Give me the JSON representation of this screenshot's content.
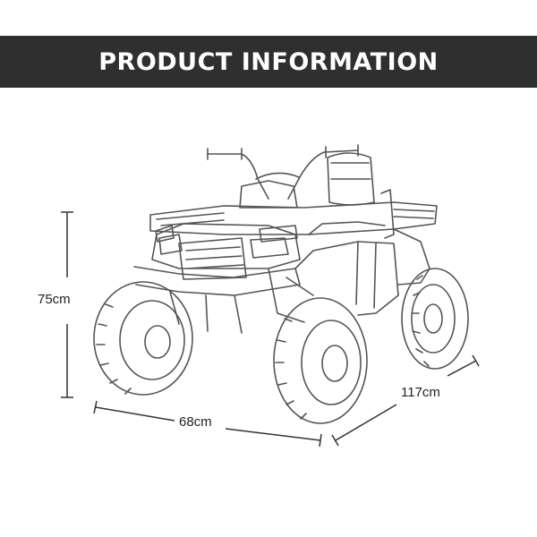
{
  "header": {
    "title": "PRODUCT INFORMATION"
  },
  "dimensions": {
    "height": "75cm",
    "width": "68cm",
    "length": "117cm"
  },
  "product": {
    "illustration": "atv-quad-bike"
  },
  "colors": {
    "banner": "#2f2f2f",
    "banner_text": "#ffffff",
    "line": "#333333"
  }
}
